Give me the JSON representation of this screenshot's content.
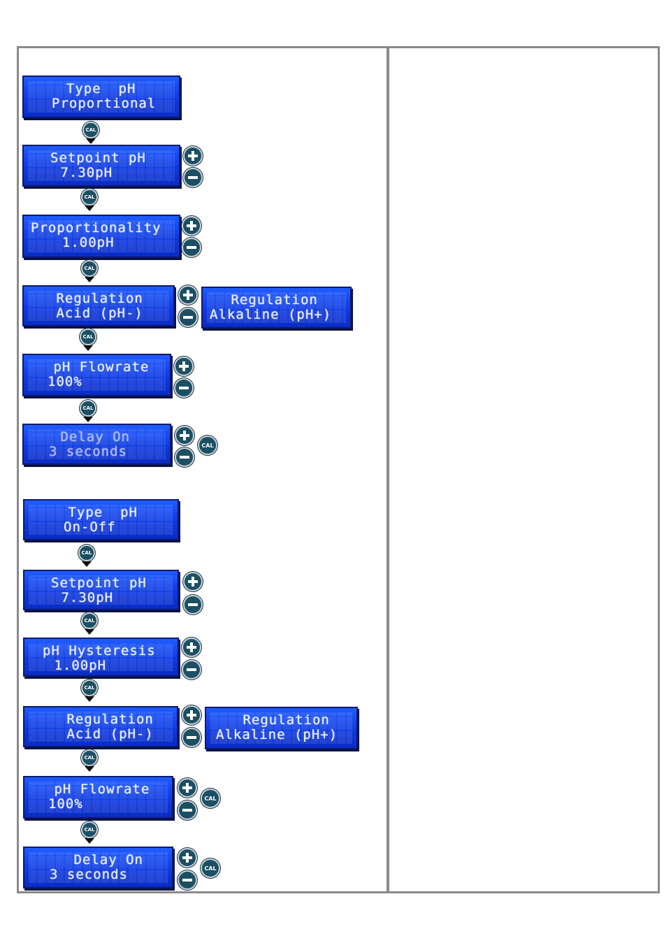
{
  "button_labels": {
    "cal": "CAL"
  },
  "icons": {
    "plus": "plus-button-icon",
    "minus": "minus-button-icon",
    "cal": "cal-button-icon"
  },
  "colors": {
    "lcd_background": "#0e39e0",
    "lcd_text": "#e6eeff",
    "button": "#1d4f63",
    "frame": "#8a8a8a"
  },
  "proportional_flow": {
    "type_screen": {
      "line1": "  Type  pH",
      "line2": "Proportional"
    },
    "setpoint_screen": {
      "line1": "Setpoint pH",
      "line2": " 7.30pH"
    },
    "proportionality_screen": {
      "line1": "Proportionality",
      "line2": "  1.00pH"
    },
    "regulation_screen": {
      "line1": " Regulation",
      "line2": " Acid (pH-)"
    },
    "regulation_alt_screen": {
      "line1": " Regulation",
      "line2": "Alkaline (pH+)"
    },
    "flowrate_screen": {
      "line1": " pH Flowrate",
      "line2": "100%"
    },
    "delay_screen": {
      "line1": " Delay On",
      "line2": "3 seconds"
    }
  },
  "onoff_flow": {
    "type_screen": {
      "line1": " Type  pH",
      "line2": "On-Off"
    },
    "setpoint_screen": {
      "line1": "Setpoint pH",
      "line2": " 7.30pH"
    },
    "hysteresis_screen": {
      "line1": "pH Hysteresis",
      "line2": " 1.00pH"
    },
    "regulation_screen": {
      "line1": " Regulation",
      "line2": " Acid (pH-)"
    },
    "regulation_alt_screen": {
      "line1": " Regulation",
      "line2": "Alkaline (pH+)"
    },
    "flowrate_screen": {
      "line1": " pH Flowrate",
      "line2": "100%"
    },
    "delay_screen": {
      "line1": " Delay On",
      "line2": "3 seconds"
    }
  }
}
